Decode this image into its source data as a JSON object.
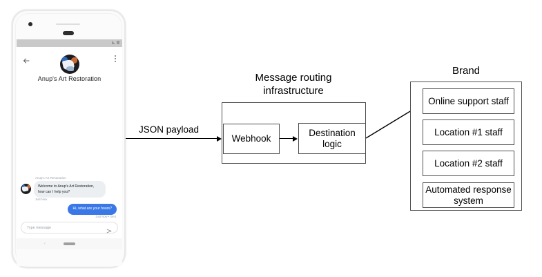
{
  "phone": {
    "status_bar": {
      "signal_icon": "signal-triangle-icon",
      "battery_icon": "battery-icon"
    },
    "header": {
      "back_icon": "back-arrow-icon",
      "menu_icon": "kebab-menu-icon",
      "avatar_icon": "brand-avatar-image",
      "title": "Anup's Art Restoration"
    },
    "conversation": {
      "incoming": {
        "sender": "Anup's Art Restoration",
        "text": "Welcome to Anup's Art Restoration, how can I help you?",
        "timestamp": "Just Now"
      },
      "outgoing": {
        "text": "Hi, what are your hours?",
        "timestamp": "Just Now • Sent"
      }
    },
    "composer": {
      "placeholder": "Type message",
      "send_icon": "send-icon"
    },
    "nav_bar": {
      "back_icon": "nav-back-chevron-icon",
      "home_icon": "nav-home-pill-icon"
    }
  },
  "diagram": {
    "payload_label": "JSON payload",
    "routing": {
      "title": "Message routing infrastructure",
      "nodes": [
        {
          "label": "Webhook"
        },
        {
          "label": "Destination logic"
        }
      ]
    },
    "brand": {
      "title": "Brand",
      "items": [
        {
          "label": "Online support staff"
        },
        {
          "label": "Location #1 staff"
        },
        {
          "label": "Location #2 staff"
        },
        {
          "label": "Automated response system"
        }
      ]
    }
  },
  "colors": {
    "outgoing_bubble": "#3b78e7",
    "incoming_bubble": "#eceff1",
    "stroke": "#4d4d4d",
    "arrow": "#000000"
  }
}
